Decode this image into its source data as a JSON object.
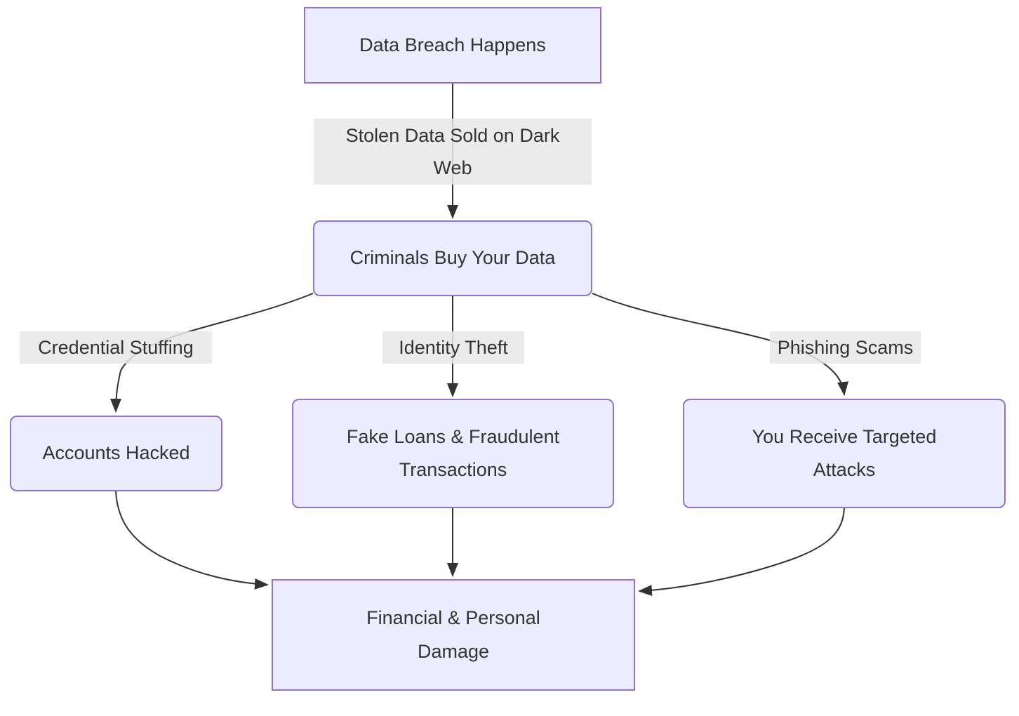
{
  "diagram": {
    "type": "flowchart",
    "direction": "top-down",
    "colors": {
      "background": "#FFFFFF",
      "node_fill": "#ECECFF",
      "node_border": "#9370DB",
      "edge_line": "#333333",
      "edge_label_background": "#E8E8E8",
      "text": "#333333"
    },
    "nodes": [
      {
        "id": "breach",
        "shape": "rectangle",
        "label": "Data Breach Happens",
        "lines": [
          "Data Breach Happens"
        ]
      },
      {
        "id": "buy",
        "shape": "rounded",
        "label": "Criminals Buy Your Data",
        "lines": [
          "Criminals Buy Your Data"
        ]
      },
      {
        "id": "hacked",
        "shape": "rounded",
        "label": "Accounts Hacked",
        "lines": [
          "Accounts Hacked"
        ]
      },
      {
        "id": "loans",
        "shape": "rounded",
        "label": "Fake Loans & Fraudulent Transactions",
        "lines": [
          "Fake Loans & Fraudulent",
          "Transactions"
        ]
      },
      {
        "id": "attacks",
        "shape": "rounded",
        "label": "You Receive Targeted Attacks",
        "lines": [
          "You Receive Targeted",
          "Attacks"
        ]
      },
      {
        "id": "damage",
        "shape": "rectangle",
        "label": "Financial & Personal Damage",
        "lines": [
          "Financial & Personal",
          "Damage"
        ]
      }
    ],
    "edges": [
      {
        "from": "breach",
        "to": "buy",
        "label": "Stolen Data Sold on Dark Web",
        "lines": [
          "Stolen Data Sold on Dark",
          "Web"
        ]
      },
      {
        "from": "buy",
        "to": "hacked",
        "label": "Credential Stuffing",
        "lines": [
          "Credential Stuffing"
        ]
      },
      {
        "from": "buy",
        "to": "loans",
        "label": "Identity Theft",
        "lines": [
          "Identity Theft"
        ]
      },
      {
        "from": "buy",
        "to": "attacks",
        "label": "Phishing Scams",
        "lines": [
          "Phishing Scams"
        ]
      },
      {
        "from": "hacked",
        "to": "damage",
        "label": "",
        "lines": []
      },
      {
        "from": "loans",
        "to": "damage",
        "label": "",
        "lines": []
      },
      {
        "from": "attacks",
        "to": "damage",
        "label": "",
        "lines": []
      }
    ]
  }
}
